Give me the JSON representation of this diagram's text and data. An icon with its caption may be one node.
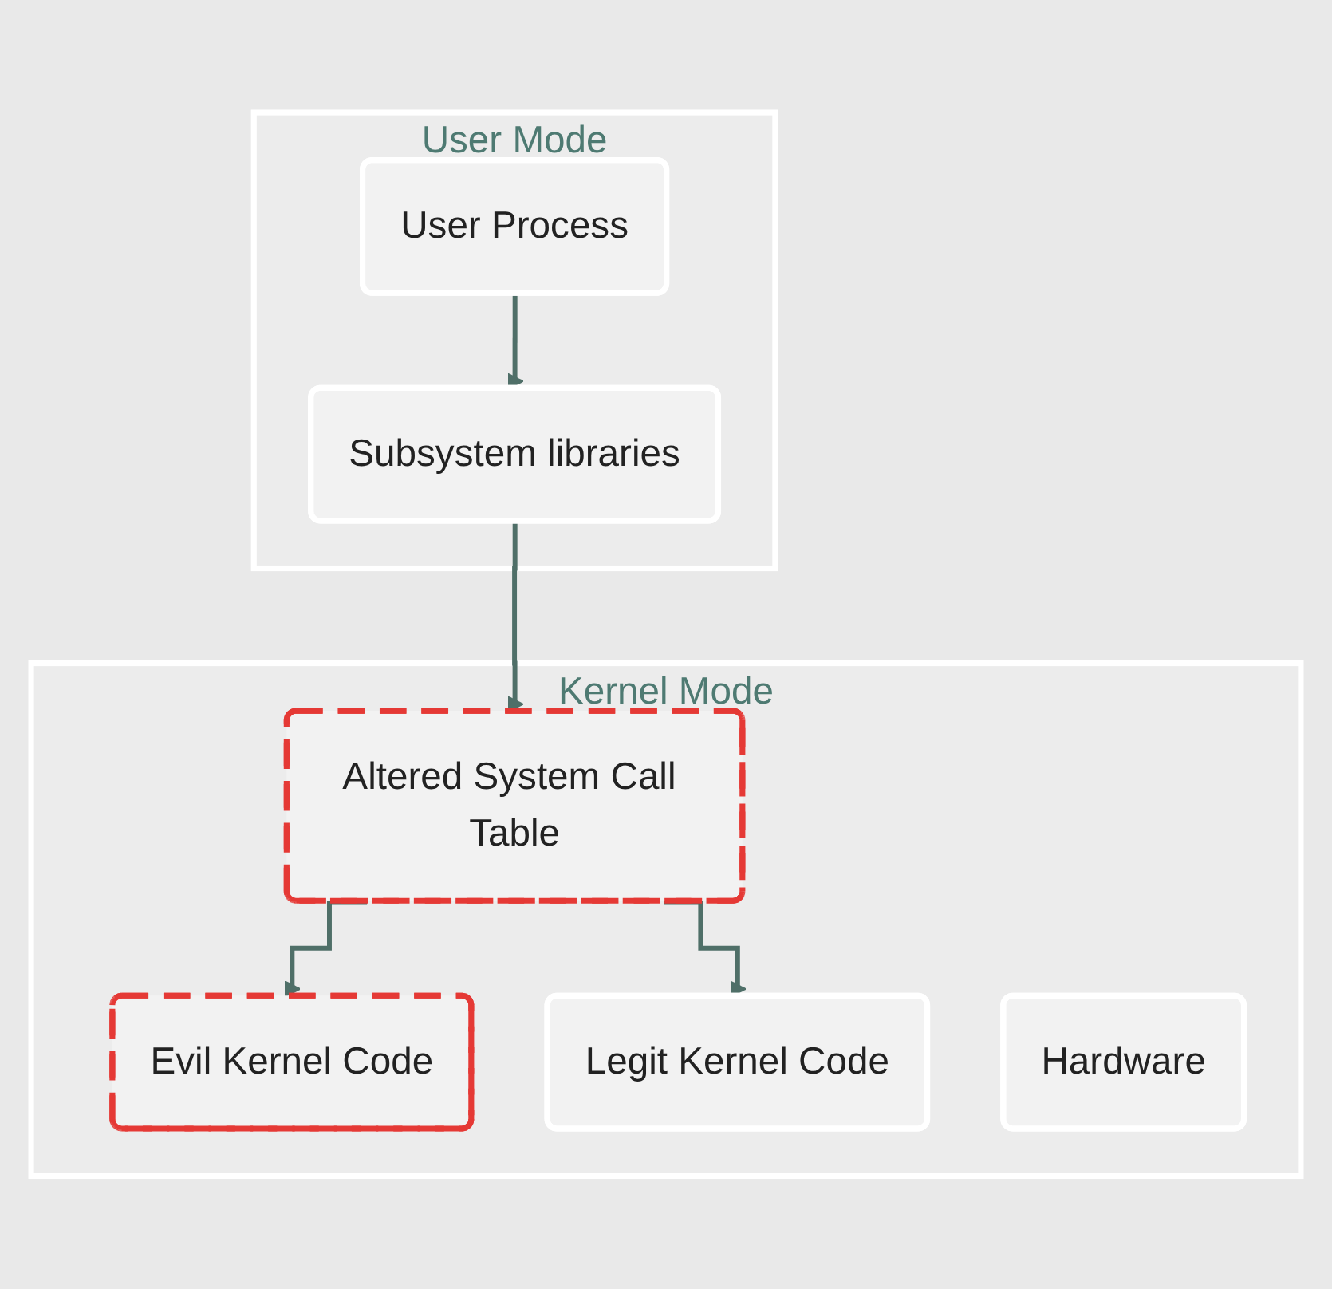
{
  "diagram": {
    "nodes": [
      {
        "text": [
          "User Mode"
        ]
      },
      {
        "text": [
          "User Process"
        ],
        "in": 0
      },
      {
        "text": [
          "Subsystem libraries"
        ],
        "in": 0
      },
      {
        "text": [
          "Kernel Mode"
        ]
      },
      {
        "text": [
          "Altered System Call Table"
        ],
        "in": 3
      },
      {
        "text": [
          "Evil Kernel Code"
        ],
        "in": 3
      },
      {
        "text": [
          "Legit Kernel Code"
        ],
        "in": 3
      },
      {
        "text": [
          "Hardware"
        ],
        "in": 3
      }
    ],
    "edges": [
      {
        "from": 1,
        "to": 2,
        "arrow": "to"
      },
      {
        "from": 2,
        "to": 4,
        "arrow": "to"
      },
      {
        "from": 4,
        "to": 5,
        "arrow": "to"
      },
      {
        "from": 4,
        "to": 6,
        "arrow": "to"
      }
    ]
  }
}
